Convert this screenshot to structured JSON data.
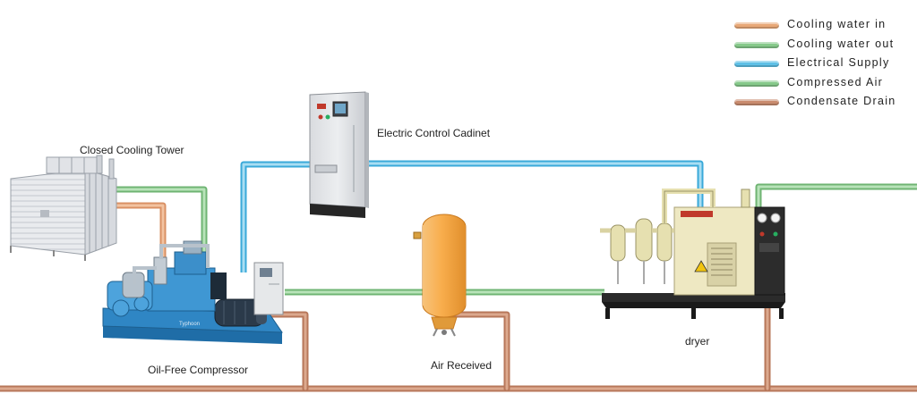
{
  "legend": {
    "items": [
      {
        "label": "Cooling water in",
        "color": "#e8a877"
      },
      {
        "label": "Cooling water out",
        "color": "#86c98a"
      },
      {
        "label": "Electrical Supply",
        "color": "#5fc0e6"
      },
      {
        "label": "Compressed  Air",
        "color": "#86c98a"
      },
      {
        "label": "Condensate Drain",
        "color": "#c98b6e"
      }
    ]
  },
  "labels": {
    "cooling_tower": "Closed Cooling Tower",
    "control_cabinet": "Electric Control Cadinet",
    "compressor": "Oil-Free Compressor",
    "receiver": "Air Received",
    "dryer": "dryer",
    "compressor_brand": "Typhoon"
  },
  "colors": {
    "cooling_in": "#e8a877",
    "cooling_out": "#86c98a",
    "electric": "#5fc0e6",
    "compressed_air": "#86c98a",
    "drain": "#c98b6e",
    "receiver_tank": "#f5a94a",
    "compressor_blue": "#2f86c4",
    "dryer_body": "#eee8c2"
  }
}
